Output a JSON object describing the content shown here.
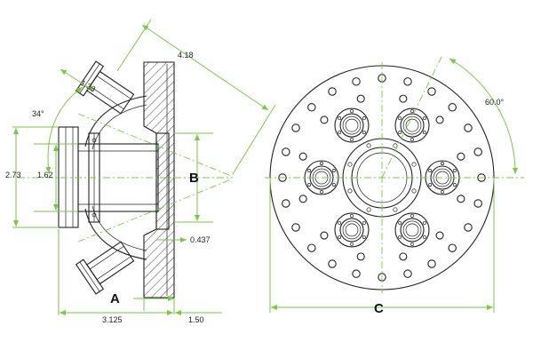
{
  "labels": {
    "dim_418": "4.18",
    "dim_133": "1.33",
    "dim_34": "34°",
    "dim_273": "2.73",
    "dim_162": "1.62",
    "dim_0437": "0.437",
    "dim_3125": "3.125",
    "dim_150": "1.50",
    "dim_600": "60.0°",
    "letter_a": "A",
    "letter_b": "B",
    "letter_c": "C"
  },
  "colors": {
    "dimension_line": "#7ac943",
    "part_outline": "#222222",
    "hatch": "#333333"
  }
}
